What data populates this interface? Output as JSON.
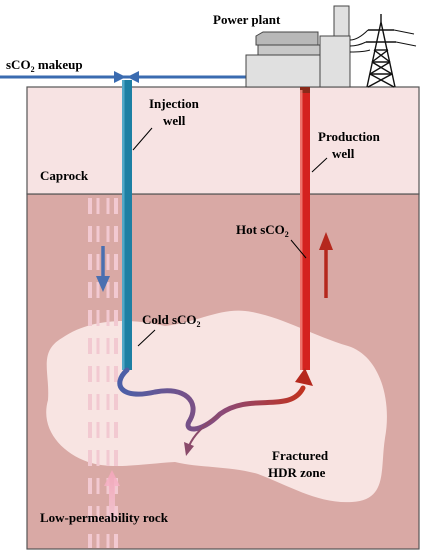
{
  "labels": {
    "power_plant": "Power plant",
    "makeup_main": "sCO",
    "makeup_sub": "2",
    "makeup_tail": " makeup",
    "injection_1": "Injection",
    "injection_2": "well",
    "production_1": "Production",
    "production_2": "well",
    "caprock": "Caprock",
    "hot_main": "Hot sCO",
    "hot_sub": "2",
    "cold_main": "Cold sCO",
    "cold_sub": "2",
    "fractured_1": "Fractured",
    "fractured_2": "HDR zone",
    "low_perm": "Low-permeability rock"
  },
  "colors": {
    "caprock": "#f7e3e3",
    "reservoir": "#d9a9a5",
    "fracture_zone": "#f8e4e2",
    "injection_well": "#1d7fa3",
    "production_well": "#d4221e",
    "makeup_pipe": "#3a6bb0",
    "hot_arrow": "#b5281d",
    "cold_arrow": "#4a6fb0",
    "plant": "#e0e0e0",
    "plant_dark": "#b8b8b8"
  },
  "icons": {
    "transmission_tower": "transmission-tower-icon",
    "flow_arrow": "flow-arrow-icon"
  }
}
